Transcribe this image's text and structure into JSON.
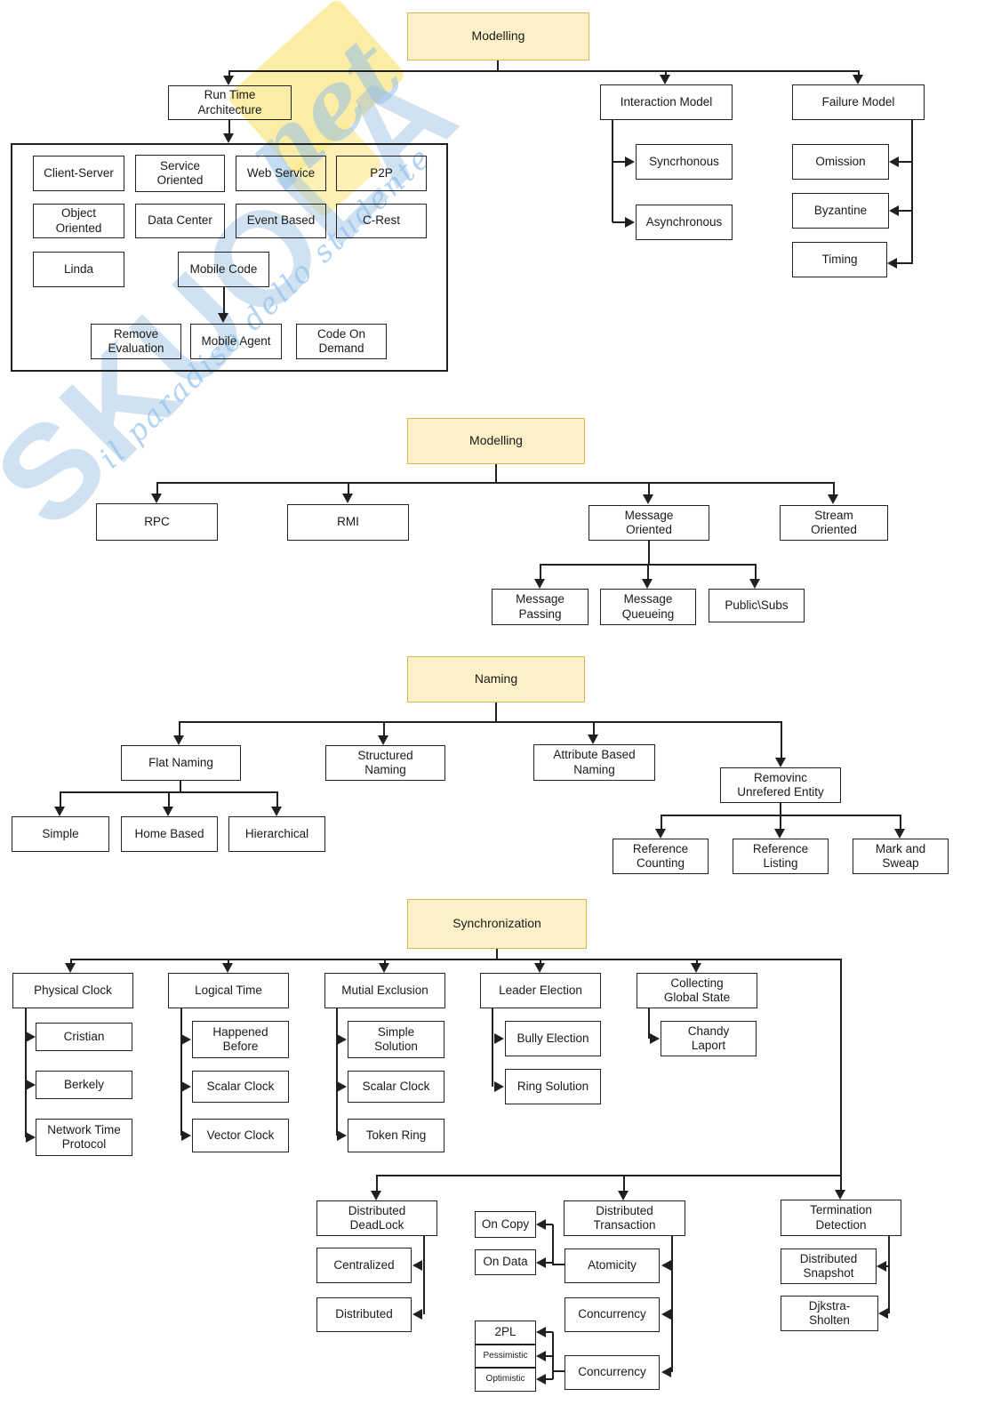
{
  "watermark": {
    "brand": "SKUOLA",
    "brand_script": "net",
    "tagline": "il paradiso dello studente",
    "blue": "#a9cdeb",
    "yellow": "#fbe88e"
  },
  "colors": {
    "root_fill": "#fcf0c9",
    "root_border": "#d6b656",
    "line": "#202020"
  },
  "s1": {
    "root": "Modelling",
    "runtime": "Run Time\nArchitecture",
    "client_server": "Client-Server",
    "service_oriented": "Service\nOriented",
    "web_service": "Web Service",
    "p2p": "P2P",
    "object_oriented": "Object\nOriented",
    "data_center": "Data Center",
    "event_based": "Event Based",
    "c_rest": "C-Rest",
    "linda": "Linda",
    "mobile_code": "Mobile Code",
    "remove_evaluation": "Remove\nEvaluation",
    "mobile_agent": "Mobile Agent",
    "code_on_demand": "Code On\nDemand",
    "interaction_model": "Interaction Model",
    "synchronous": "Syncrhonous",
    "asynchronous": "Asynchronous",
    "failure_model": "Failure Model",
    "omission": "Omission",
    "byzantine": "Byzantine",
    "timing": "Timing"
  },
  "s2": {
    "root": "Modelling",
    "rpc": "RPC",
    "rmi": "RMI",
    "message_oriented": "Message\nOriented",
    "stream_oriented": "Stream\nOriented",
    "message_passing": "Message\nPassing",
    "message_queueing": "Message\nQueueing",
    "public_subs": "Public\\Subs"
  },
  "s3": {
    "root": "Naming",
    "flat": "Flat Naming",
    "structured": "Structured\nNaming",
    "attribute": "Attribute Based\nNaming",
    "removing": "Removinc\nUnrefered Entity",
    "simple": "Simple",
    "home_based": "Home Based",
    "hierarchical": "Hierarchical",
    "ref_counting": "Reference\nCounting",
    "ref_listing": "Reference\nListing",
    "mark_sweap": "Mark and\nSweap"
  },
  "s4": {
    "root": "Synchronization",
    "physical_clock": "Physical Clock",
    "cristian": "Cristian",
    "berkely": "Berkely",
    "ntp": "Network Time\nProtocol",
    "logical_time": "Logical Time",
    "happened_before": "Happened\nBefore",
    "scalar_clock1": "Scalar Clock",
    "vector_clock": "Vector Clock",
    "mutial_exclusion": "Mutial Exclusion",
    "simple_solution": "Simple\nSolution",
    "scalar_clock2": "Scalar Clock",
    "token_ring": "Token Ring",
    "leader_election": "Leader Election",
    "bully_election": "Bully Election",
    "ring_solution": "Ring Solution",
    "collecting_global_state": "Collecting\nGlobal State",
    "chandy_laport": "Chandy\nLaport",
    "dist_deadlock": "Distributed\nDeadLock",
    "centralized": "Centralized",
    "distributed": "Distributed",
    "on_copy": "On Copy",
    "on_data": "On Data",
    "dist_transaction": "Distributed\nTransaction",
    "atomicity": "Atomicity",
    "concurrency1": "Concurrency",
    "two_pl": "2PL",
    "pessimistic": "Pessimistic",
    "optimistic": "Optimistic",
    "concurrency2": "Concurrency",
    "termination": "Termination\nDetection",
    "dist_snapshot": "Distributed\nSnapshot",
    "djkstra": "Djkstra-\nSholten"
  }
}
